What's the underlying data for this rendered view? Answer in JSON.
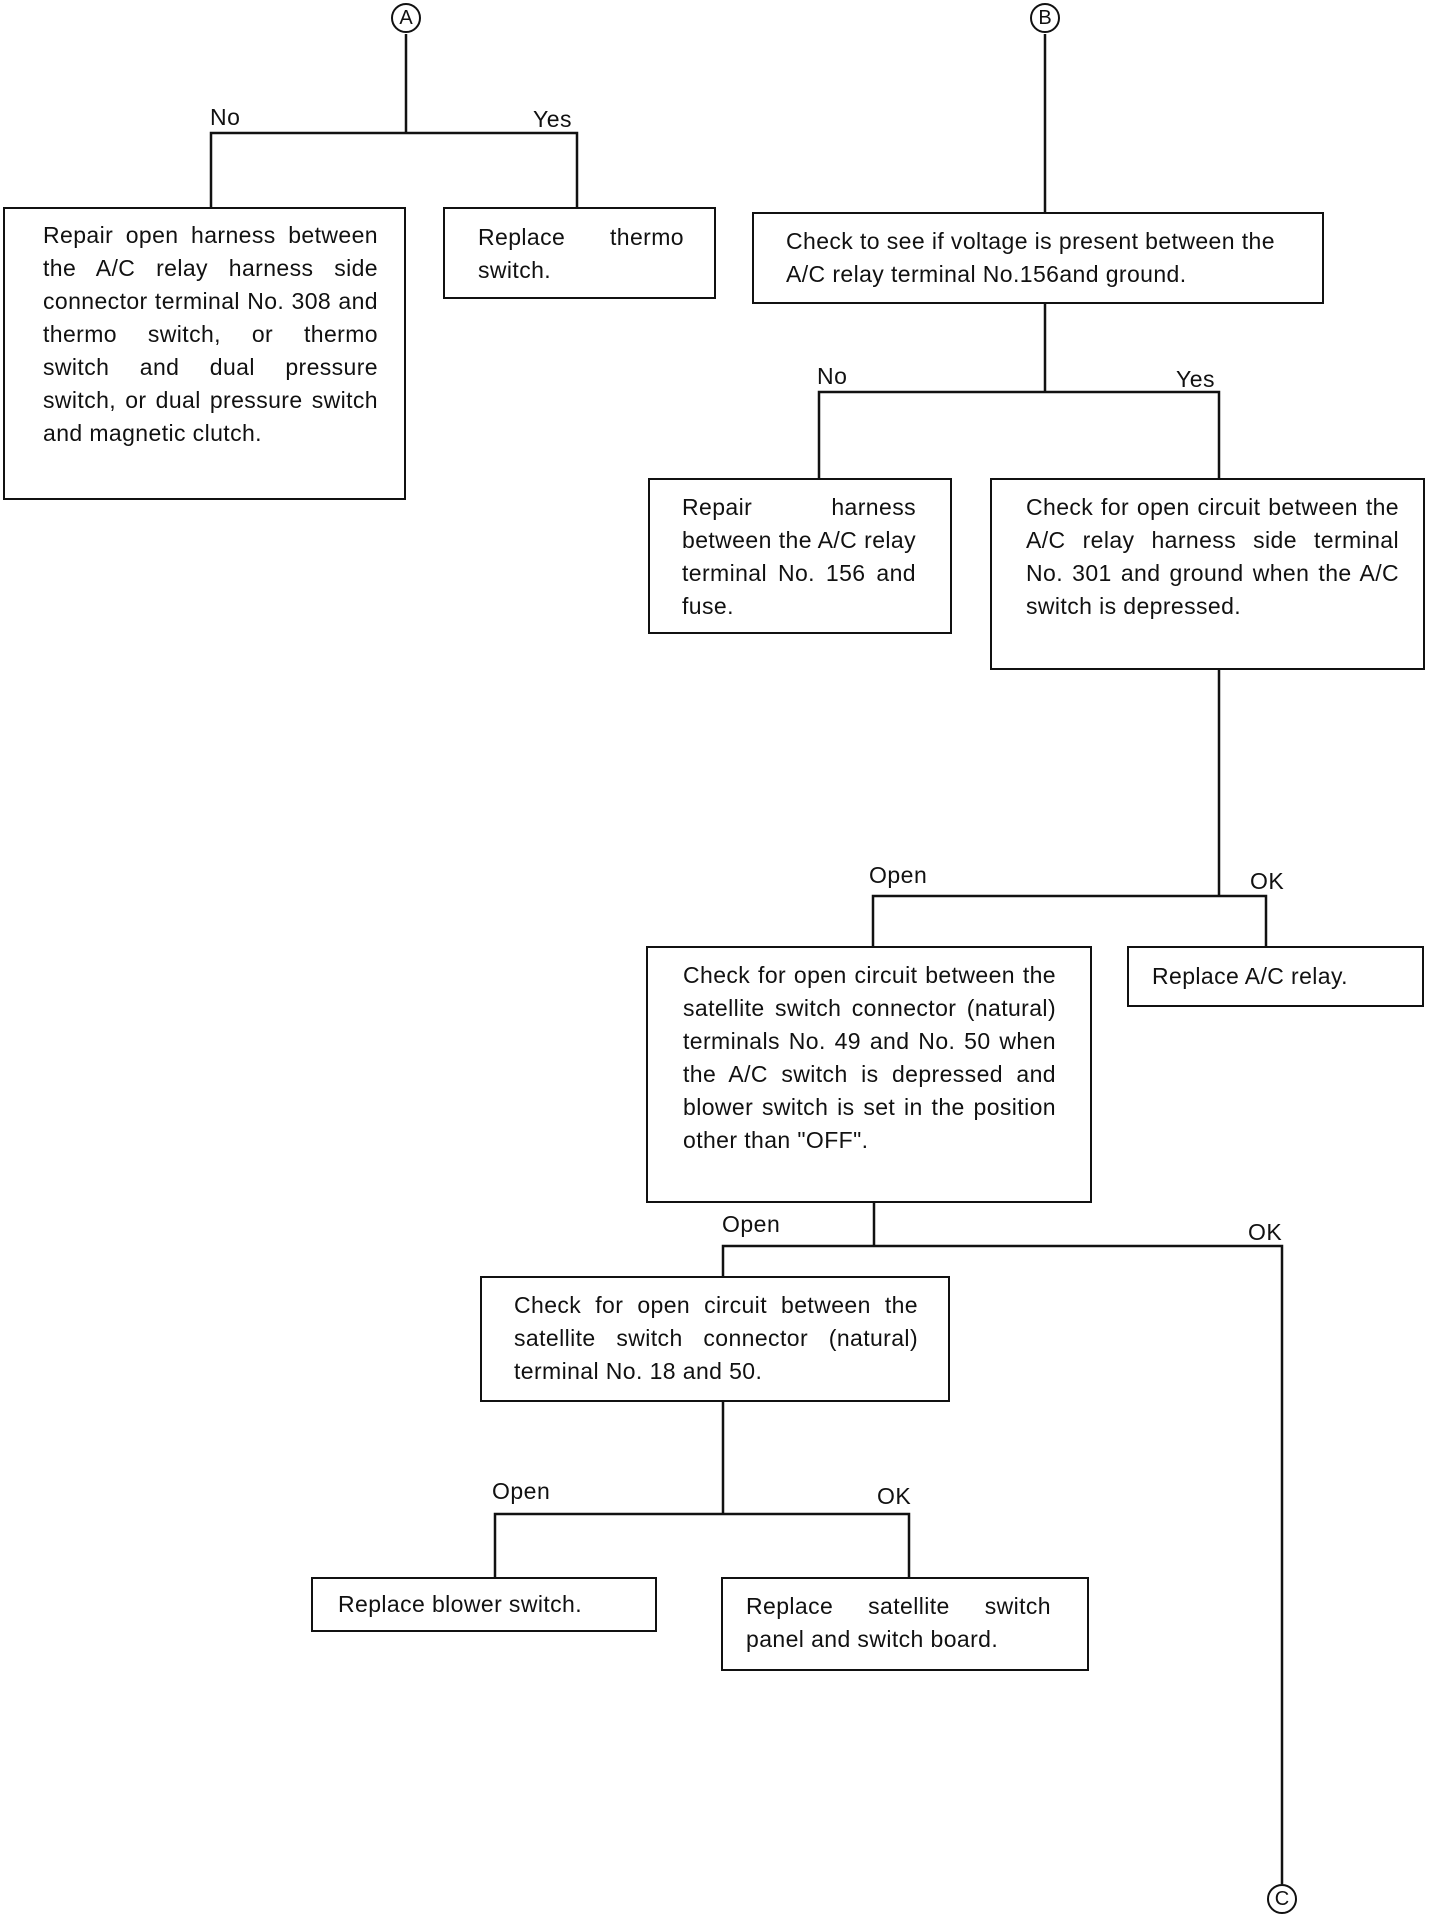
{
  "connectors": {
    "a": "A",
    "b": "B",
    "c": "C"
  },
  "branches": {
    "a_no": "No",
    "a_yes": "Yes",
    "b_no": "No",
    "b_yes": "Yes",
    "ok1_open": "Open",
    "ok1_ok": "OK",
    "sat_open": "Open",
    "sat_ok": "OK",
    "nat_open": "Open",
    "nat_ok": "OK"
  },
  "boxes": {
    "repair_open_harness": "Repair open harness between the A/C relay harness side connector terminal No. 308 and thermo switch, or thermo switch and dual pressure switch, or dual pressure switch and magnetic clutch.",
    "replace_thermo": "Replace thermo switch.",
    "check_voltage": "Check to see if voltage is present between the A/C relay terminal No.156and ground.",
    "repair_harness_156": "Repair harness between the A/C relay terminal No. 156 and fuse.",
    "check_301": "Check for open circuit between the A/C relay harness side terminal No. 301 and ground when the A/C switch is depressed.",
    "check_satellite_49_50": "Check for open circuit between the satellite switch connector (natural) terminals No. 49 and No. 50 when the A/C switch is depressed and blower switch is set in the position other than \"OFF\".",
    "replace_ac_relay": "Replace A/C relay.",
    "check_18_50": "Check for open circuit between the satellite switch connector (natural) terminal No. 18 and 50.",
    "replace_blower": "Replace blower switch.",
    "replace_satellite_panel": "Replace satellite switch panel and switch board."
  }
}
